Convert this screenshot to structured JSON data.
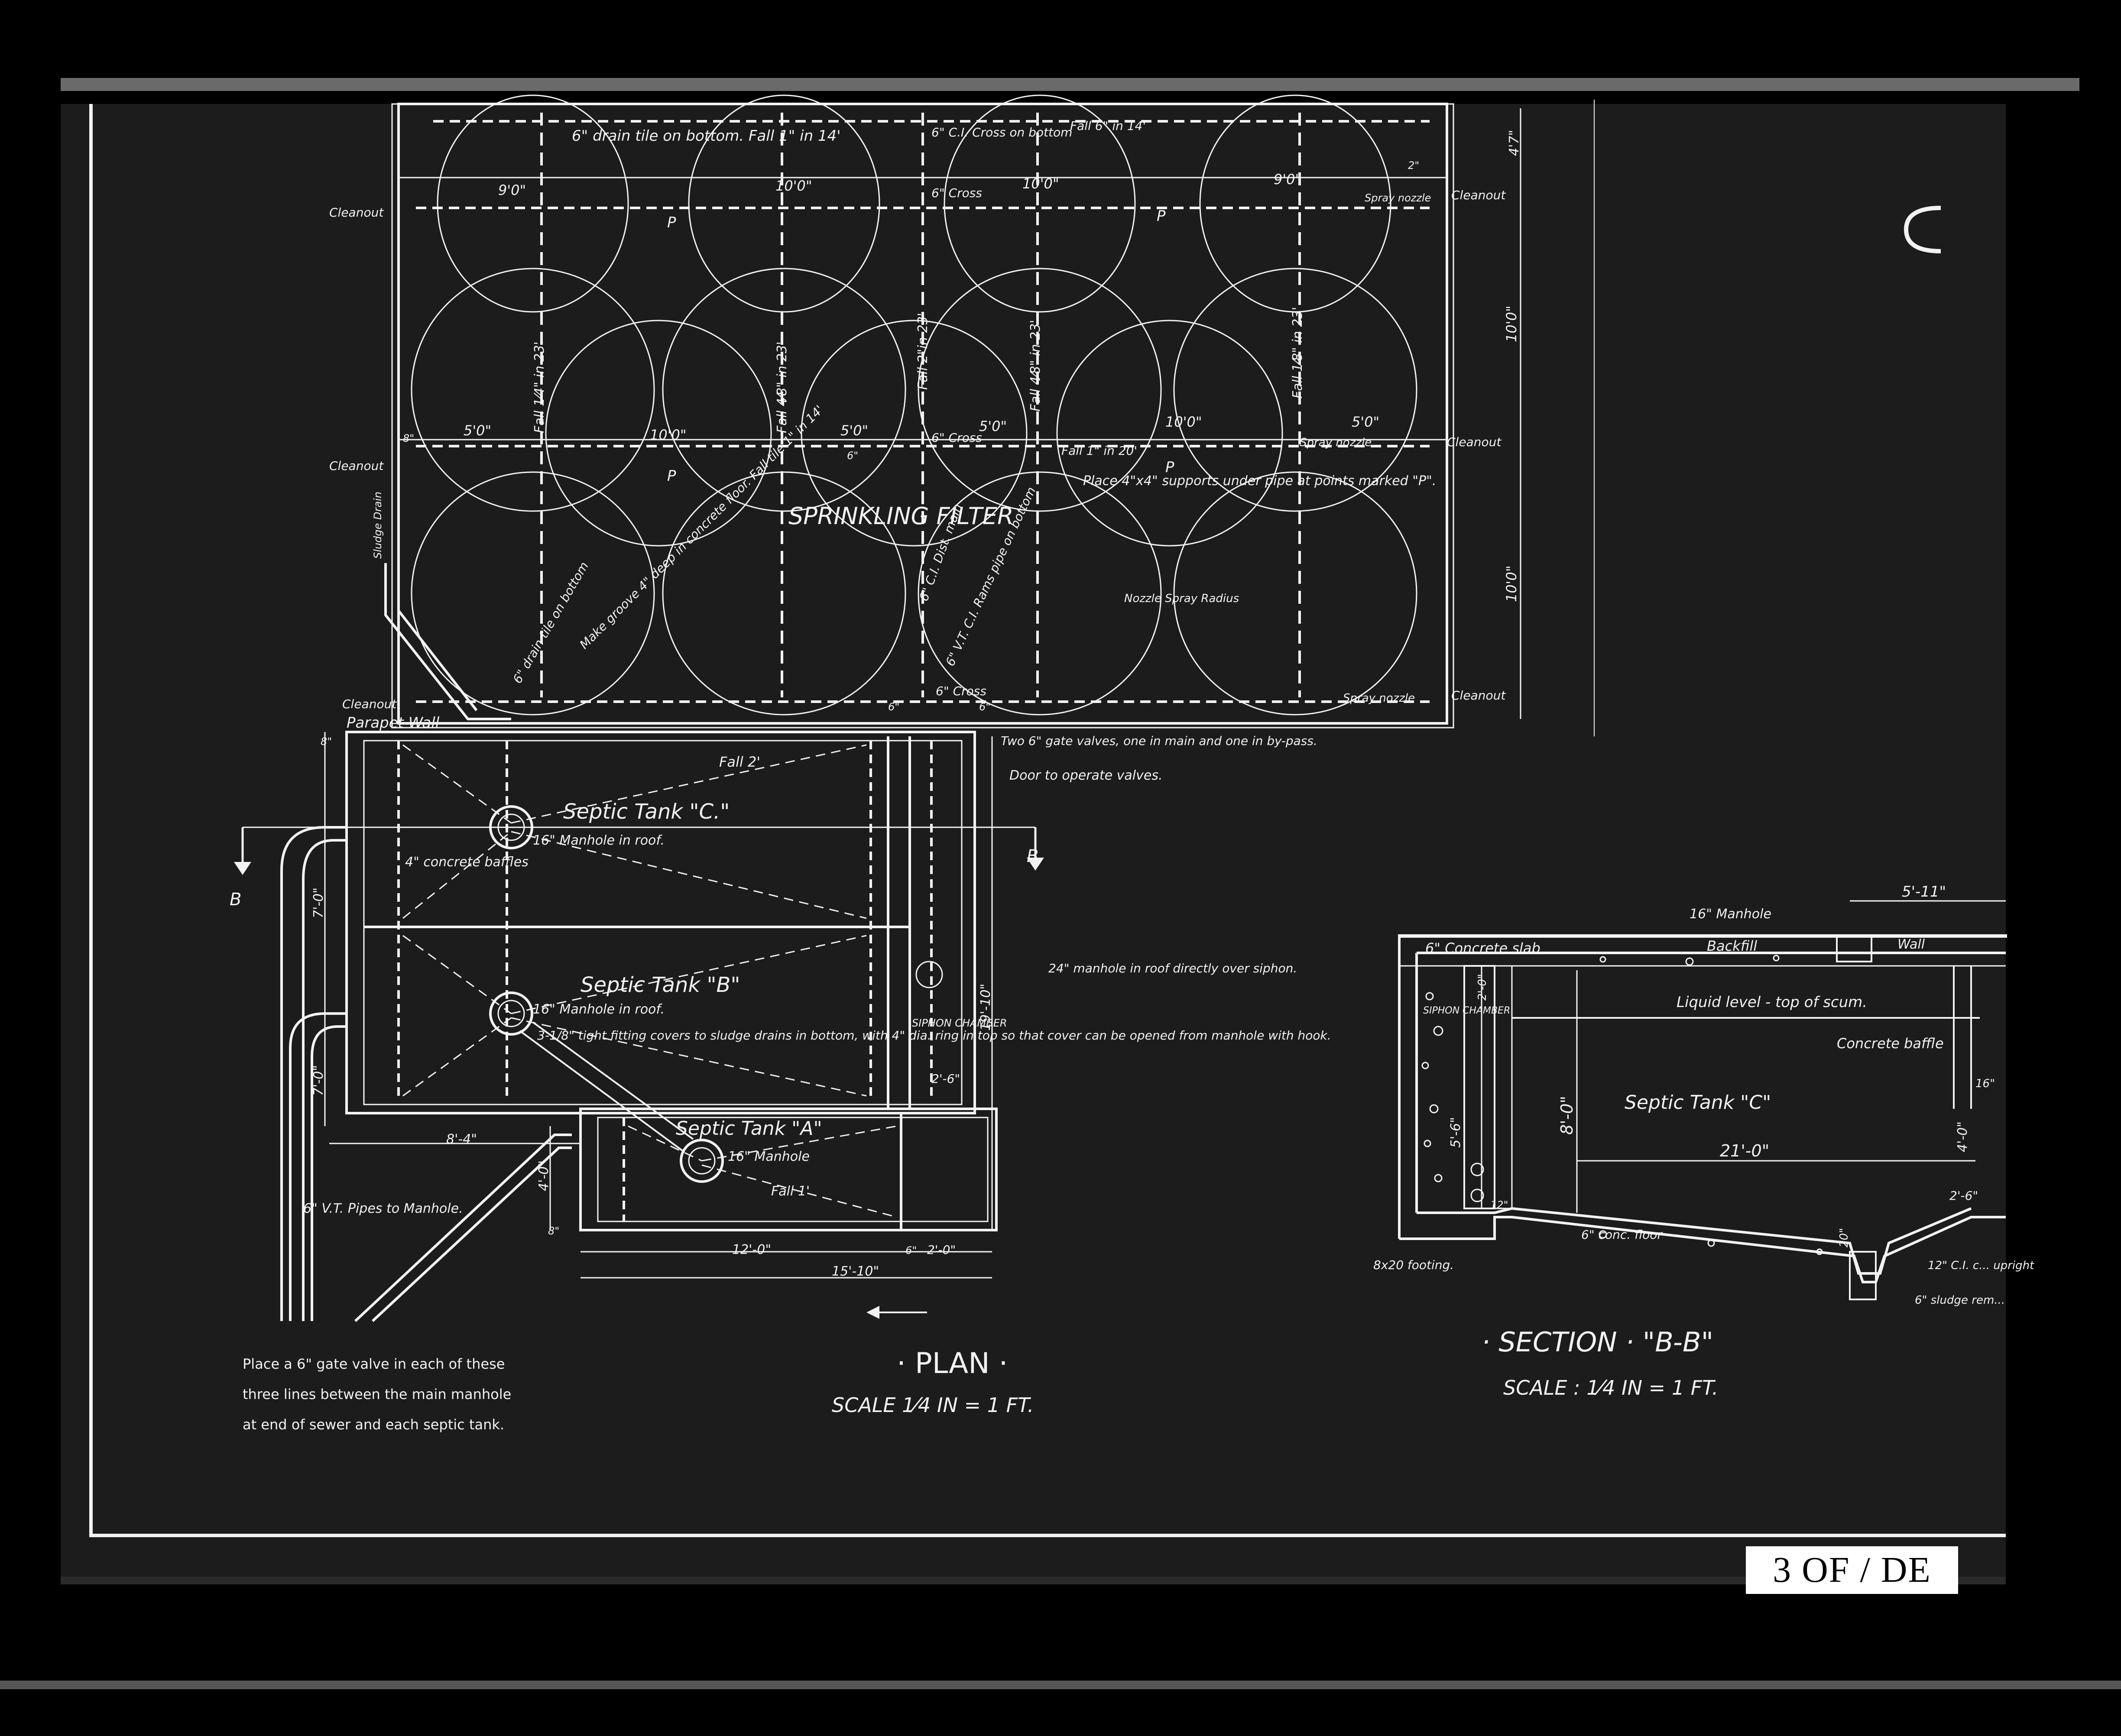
{
  "colors": {
    "paper": "#1c1c1c",
    "ink": "#f2f2f2",
    "film_border": "#000000",
    "frame_tag_bg": "#ffffff"
  },
  "filter": {
    "title": "SPRINKLING FILTER",
    "top_drain_note": "6\" drain tile on bottom. Fall 1\" in 14'",
    "cross_note": "6\" C.I. Cross on bottom",
    "top_fall_note": "Fall 6\" in 14'",
    "cleanout": "Cleanout",
    "cross_6": "6\" Cross",
    "spray_nozzle": "Spray nozzle",
    "pipe_support_note": "Place 4\"x4\" supports under pipe at points marked \"P\".",
    "p_mark": "P",
    "nozzle_spray_radius": "Nozzle Spray Radius",
    "groove_note": "Make groove 4\" deep in concrete floor. Fall tile 1\" in 14'",
    "drain_tile_note": "6\" drain tile on bottom",
    "cast_iron_main": "6\" C.I. Dist. main",
    "vt_pipe_note": "6\" V.T. C.I. Rams pipe on bottom",
    "sludge_drain": "Sludge Drain",
    "parapet_wall": "Parapet Wall",
    "gate_valves_note": "Two 6\" gate valves, one in main and one in by-pass.",
    "door_note": "Door to operate valves.",
    "manhole_siphon_note": "24\" manhole in roof directly over siphon.",
    "fall_labels": [
      "Fall 1⁄4\" in 23'",
      "Fall 4⁄8\" in 23'",
      "Fall 2\"in 23'",
      "Fall 4⁄8\" in 23'",
      "Fall 1⁄8\" in 23'",
      "Fall 1\" in 20'"
    ],
    "dims": [
      "9'0\"",
      "10'0\"",
      "10'0\"",
      "9'0\"",
      "5'0\"",
      "10'0\"",
      "5'0\"",
      "5'0\"",
      "10'0\"",
      "5'0\"",
      "10'0\"",
      "10'0\"",
      "4'7\"",
      "2\"",
      "6\"",
      "6\"",
      "6\"",
      "8\""
    ]
  },
  "tanks": {
    "tank_c": "Septic Tank \"C.\"",
    "tank_b": "Septic Tank \"B\"",
    "tank_a": "Septic Tank \"A\"",
    "manhole_16_roof": "16\" Manhole in roof.",
    "manhole_16": "16\" Manhole",
    "concrete_baffles": "4\" concrete baffles",
    "cover_note": "3-1/8\" tight fitting covers to sludge drains in bottom, with 4\" dia. ring in top so that cover can be opened from manhole with hook.",
    "siphon_chamber": "SIPHON CHAMBER",
    "fall_2": "Fall 2'",
    "fall_1": "Fall 1'",
    "section_mark": "B",
    "vt_pipes_note": "6\" V.T. Pipes to Manhole.",
    "dims": [
      "7'-0\"",
      "7'-0\"",
      "8'-4\"",
      "4'-0\"",
      "12'-0\"",
      "15'-10\"",
      "2'-0\"",
      "2'-6\"",
      "19'-10\"",
      "8\"",
      "8\"",
      "6\""
    ]
  },
  "plan_caption": {
    "title": "· PLAN ·",
    "scale": "SCALE 1⁄4 IN = 1 FT."
  },
  "gate_valve_note": [
    "Place a 6\" gate valve in each of these",
    "three lines between the main manhole",
    "at end of sewer and each septic tank."
  ],
  "section": {
    "title": "· SECTION · \"B-B\"",
    "scale": "SCALE : 1⁄4 IN = 1 FT.",
    "manhole_16": "16\" Manhole",
    "concrete_slab": "6\" Concrete slab",
    "backfill": "Backfill",
    "wall": "Wall",
    "liquid_level": "Liquid level - top of scum.",
    "concrete_baffle": "Concrete baffle",
    "tank_label": "Septic Tank \"C\"",
    "siphon_chamber": "SIPHON CHAMBER",
    "floor": "6\" conc. floor",
    "footing": "8x20 footing.",
    "ci_upright": "12\" C.I. c... upright",
    "sludge": "6\" sludge rem...",
    "dims": [
      "5'-11\"",
      "8'-0\"",
      "21'-0\"",
      "5'-6\"",
      "4'-0\"",
      "2'-0\"",
      "2'-6\"",
      "20\"",
      "16\"",
      "12\""
    ]
  },
  "frame_tag": "3 OF / DE"
}
